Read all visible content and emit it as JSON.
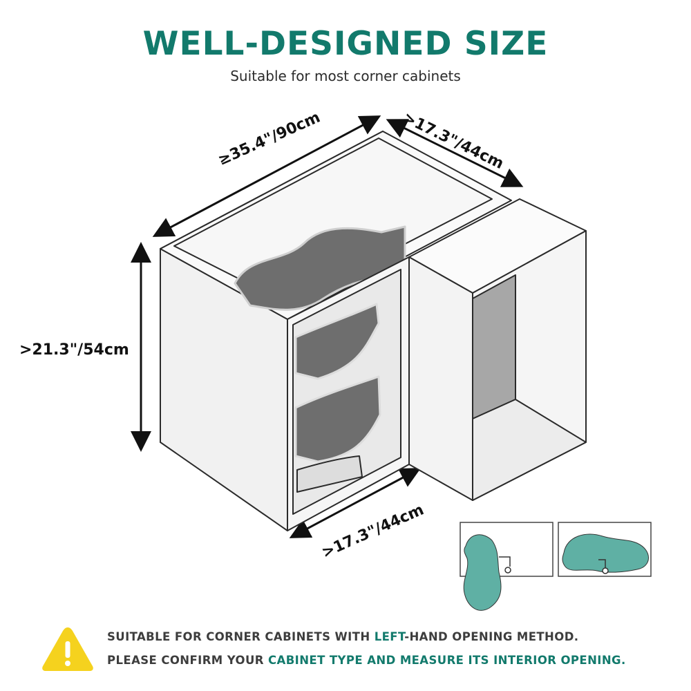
{
  "header": {
    "title": "WELL-DESIGNED SIZE",
    "subtitle": "Suitable for most corner cabinets"
  },
  "dimensions": {
    "width": "≥35.4\"/90cm",
    "depth_top": ">17.3\"/44cm",
    "height": ">21.3\"/54cm",
    "depth_bottom": ">17.3\"/44cm"
  },
  "notice": {
    "line1_before": "SUITABLE FOR CORNER CABINETS WITH ",
    "line1_highlight": "LEFT",
    "line1_after": "-HAND OPENING METHOD.",
    "line2_before": "PLEASE CONFIRM YOUR ",
    "line2_highlight": "CABINET TYPE AND MEASURE ITS INTERIOR OPENING."
  },
  "colors": {
    "accent": "#127a6c",
    "shelf_teal": "#5fb0a4",
    "warning": "#f5d21e",
    "shelf_gray": "#6e6e6e"
  },
  "icons": [
    "warning-icon",
    "arrow-icon"
  ]
}
